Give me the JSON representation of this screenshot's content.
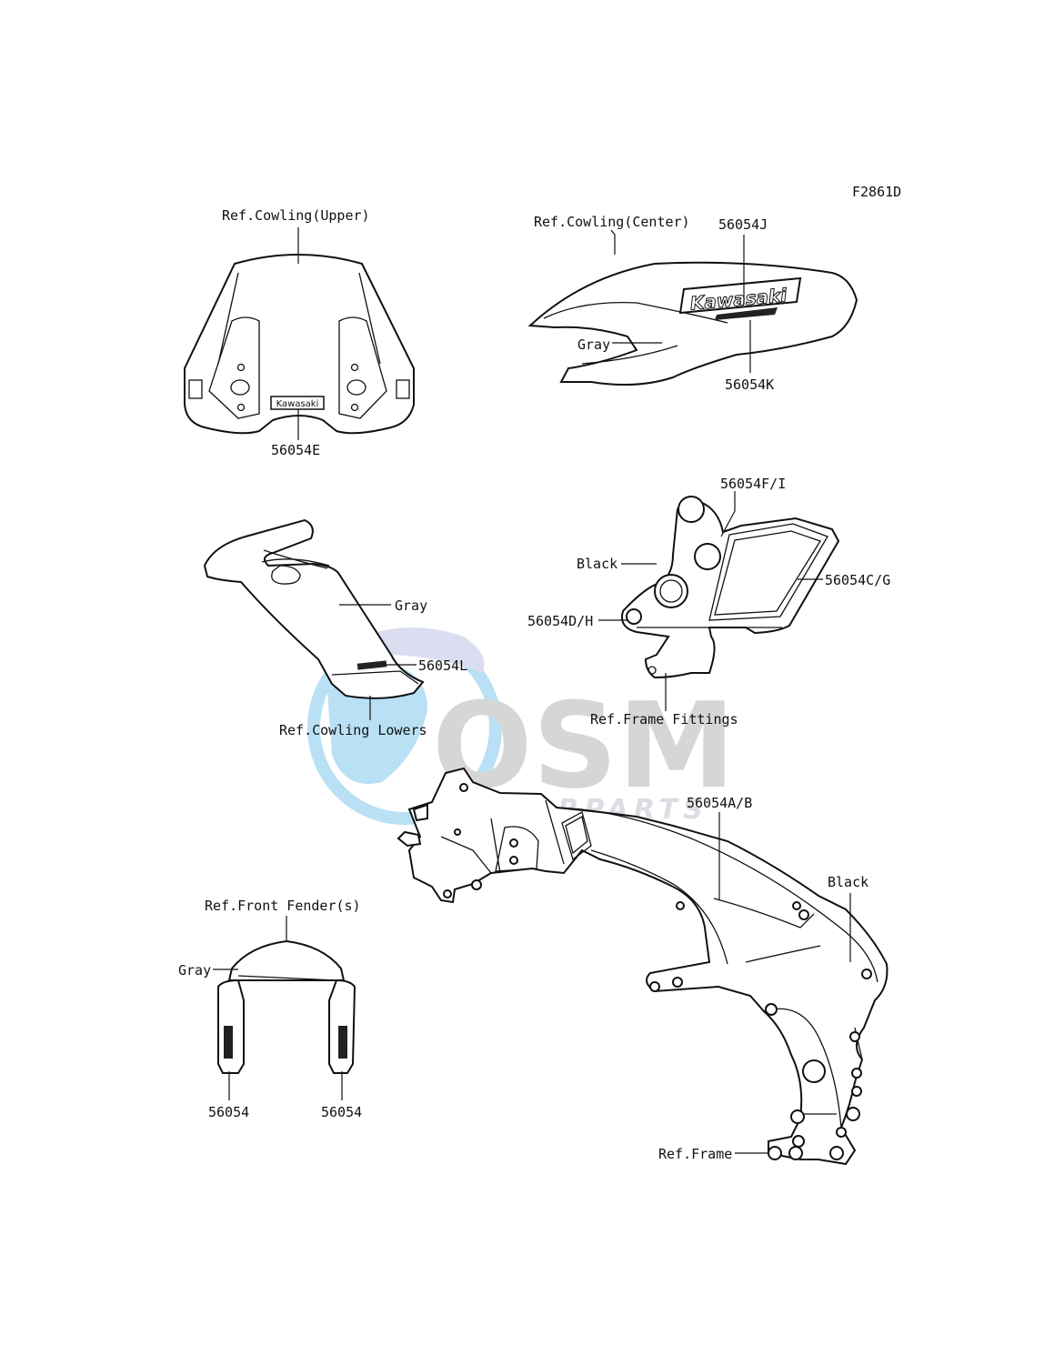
{
  "diagram": {
    "figure_code": "F2861D",
    "labels": {
      "ref_cowling_upper": "Ref.Cowling(Upper)",
      "part_56054E": "56054E",
      "ref_cowling_center": "Ref.Cowling(Center)",
      "part_56054J": "56054J",
      "gray_center": "Gray",
      "part_56054K": "56054K",
      "part_56054F_I": "56054F/I",
      "black_fitting": "Black",
      "part_56054C_G": "56054C/G",
      "part_56054D_H": "56054D/H",
      "ref_frame_fittings": "Ref.Frame Fittings",
      "gray_lower": "Gray",
      "part_56054L": "56054L",
      "ref_cowling_lowers": "Ref.Cowling Lowers",
      "part_56054A_B": "56054A/B",
      "black_frame": "Black",
      "ref_front_fenders": "Ref.Front Fender(s)",
      "gray_fender": "Gray",
      "part_56054_left": "56054",
      "part_56054_right": "56054",
      "ref_frame": "Ref.Frame"
    },
    "decal_text": {
      "brand": "Kawasaki"
    },
    "watermark": {
      "main": "OSM",
      "sub": "MOTORPARTS",
      "color_blue": "#3aa7e0",
      "color_gray": "#8c8c8c"
    }
  }
}
